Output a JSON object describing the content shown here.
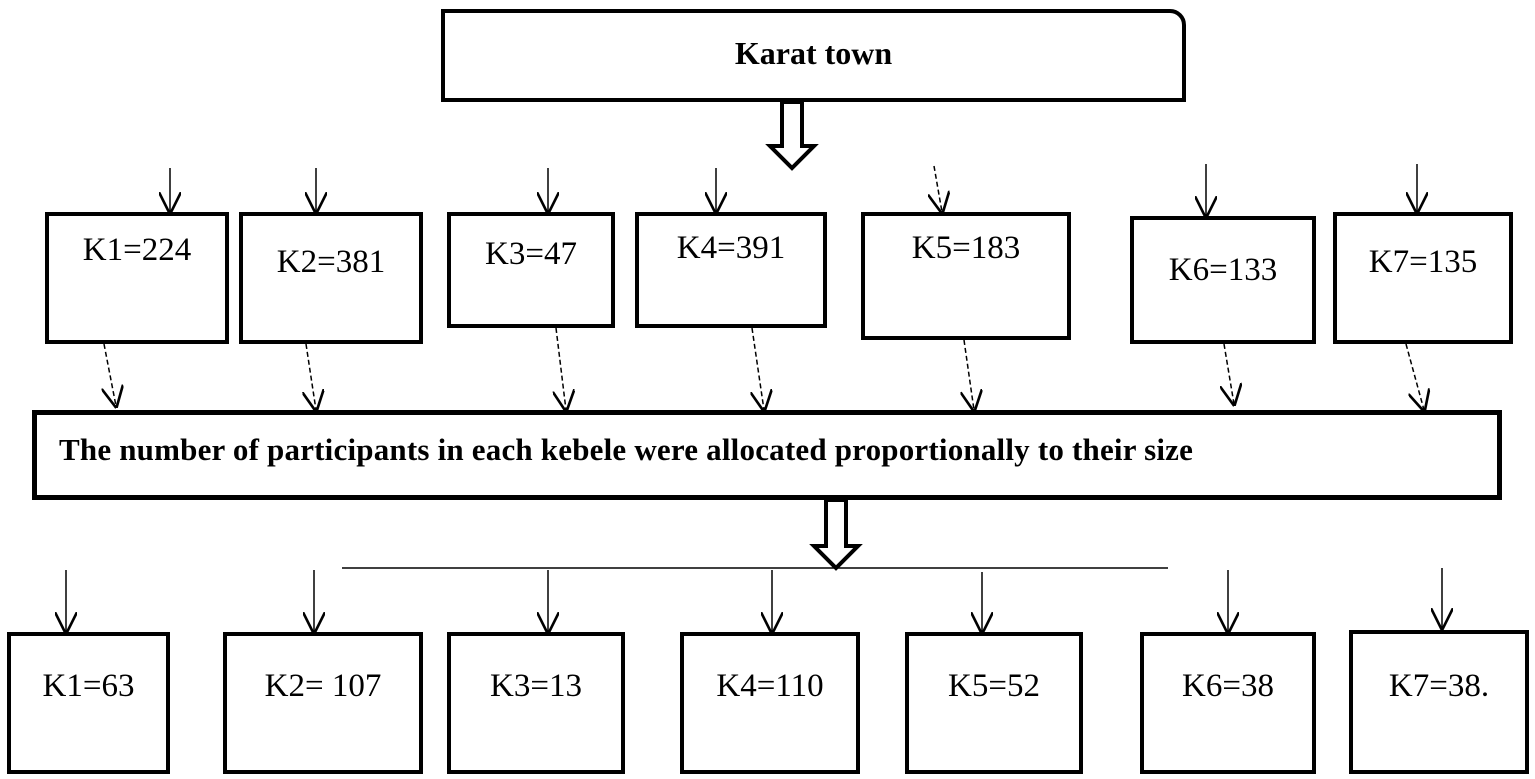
{
  "diagram": {
    "title": "Karat town",
    "allocation_note": "The number of participants in each kebele were allocated proportionally to their size",
    "kebele_population": [
      {
        "label": "K1=224"
      },
      {
        "label": "K2=381"
      },
      {
        "label": "K3=47"
      },
      {
        "label": "K4=391"
      },
      {
        "label": "K5=183"
      },
      {
        "label": "K6=133"
      },
      {
        "label": "K7=135"
      }
    ],
    "kebele_sample": [
      {
        "label": "K1=63"
      },
      {
        "label": "K2= 107"
      },
      {
        "label": "K3=13"
      },
      {
        "label": "K4=110"
      },
      {
        "label": "K5=52"
      },
      {
        "label": "K6=38"
      },
      {
        "label": "K7=38."
      }
    ]
  }
}
